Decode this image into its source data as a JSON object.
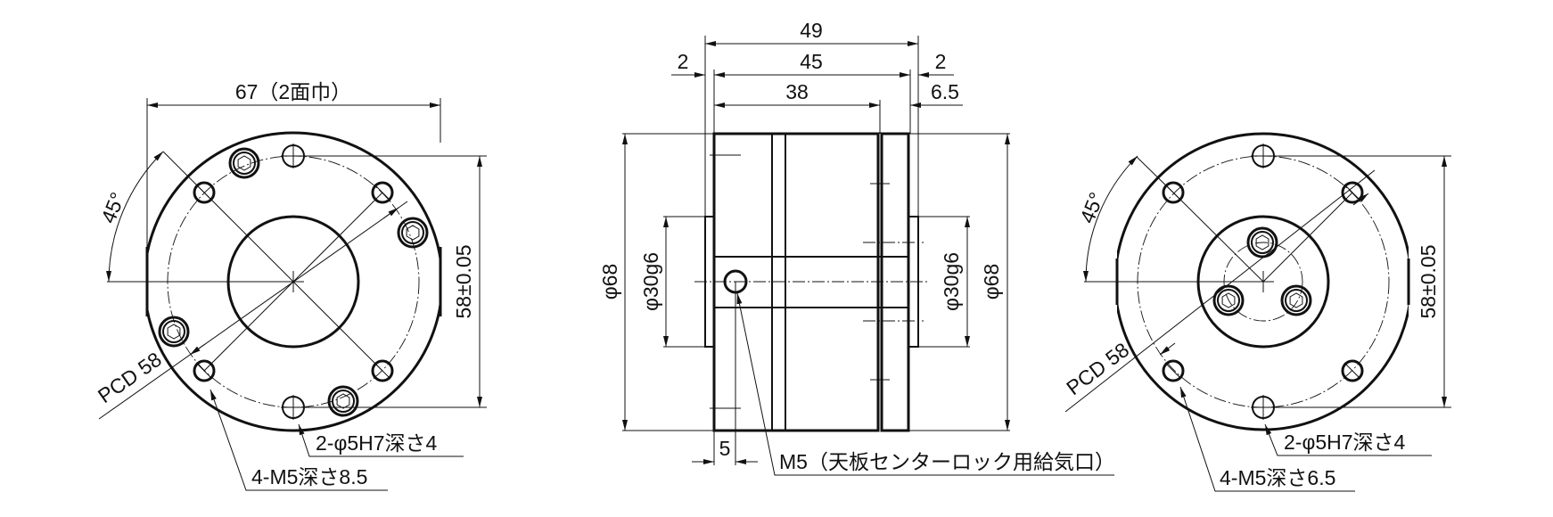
{
  "left_view": {
    "width_across_flats": "67（2面巾）",
    "angle": "45°",
    "pcd": "PCD 58",
    "pitch": "58±0.05",
    "dowel_note": "2-φ5H7深さ4",
    "tap_note": "4-M5深さ8.5"
  },
  "side_view": {
    "overall_length": "49",
    "body_length": "45",
    "left_boss": "2",
    "right_boss": "2",
    "main_length": "38",
    "plate_thickness": "6.5",
    "left_diameter": "φ68",
    "left_boss_diameter": "φ30g6",
    "right_boss_diameter": "φ30g6",
    "right_diameter": "φ68",
    "port_offset": "5",
    "port_note": "M5（天板センターロック用給気口）"
  },
  "right_view": {
    "angle": "45°",
    "pcd": "PCD 58",
    "pitch": "58±0.05",
    "dowel_note": "2-φ5H7深さ4",
    "tap_note": "4-M5深さ6.5"
  }
}
